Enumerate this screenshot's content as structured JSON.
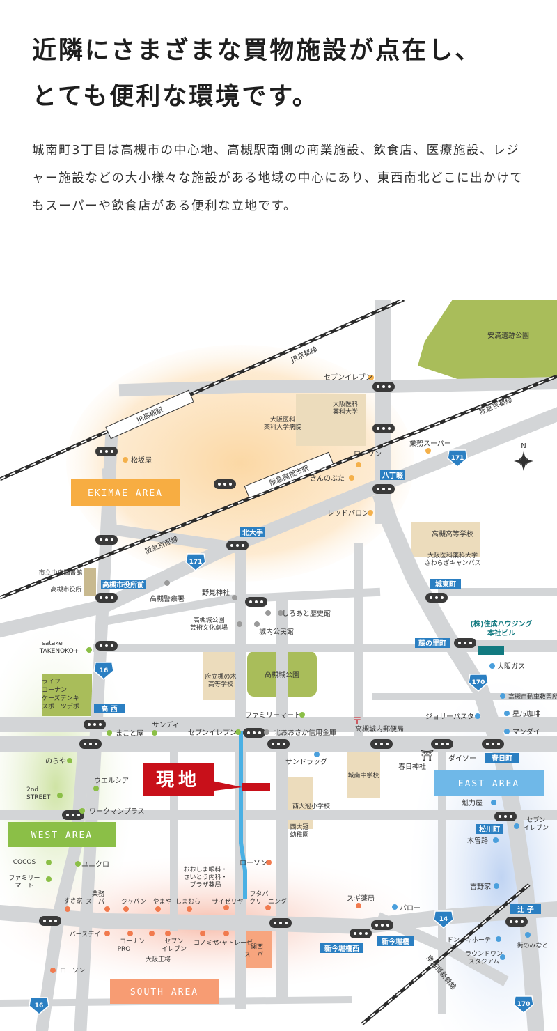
{
  "headline": {
    "line1": "近隣にさまざまな買物施設が点在し、",
    "line2": "とても便利な環境です。"
  },
  "lead": "城南町3丁目は高槻市の中心地、高槻駅南側の商業施設、飲食店、医療施設、レジャー施設などの大小様々な施設がある地域の中心にあり、東西南北どこに出かけてもスーパーや飲食店がある便利な立地です。",
  "map": {
    "colors": {
      "road": "#d3d5d7",
      "park": "#a9bd5a",
      "ekimae": "#fbd9a9",
      "west": "#cfe4a6",
      "east": "#c4d7f3",
      "south": "#f8c2b2",
      "here": "#c8101a",
      "water": "#4ab0e4",
      "signal": "#3a3a3a",
      "sign": "#2b7fc2"
    },
    "areas": {
      "ekimae": "EKIMAE AREA",
      "west": "WEST AREA",
      "east": "EAST AREA",
      "south": "SOUTH AREA"
    },
    "here_label": "現地",
    "compass": "N",
    "rail_labels": {
      "jr": "JR京都線",
      "hankyu_a": "阪急京都線",
      "hankyu_b": "阪急京都線"
    },
    "stations": {
      "jr": "JR高槻駅",
      "hankyu": "阪急高槻市駅"
    },
    "route_numbers": {
      "r171a": "171",
      "r171b": "171",
      "r16a": "16",
      "r16b": "16",
      "r170a": "170",
      "r170b": "170",
      "r14": "14"
    },
    "signs": {
      "hacchonawate": "八丁畷",
      "kitaote": "北大手",
      "shiyakusho": "高槻市役所前",
      "takanishi": "高 西",
      "jotocho": "城東町",
      "fujinosato": "藤の里町",
      "kasugacho": "春日町",
      "matsukawacho": "松川町",
      "tsujiko": "辻 子",
      "shinimabori_nishi": "新今堀橋西",
      "shinimabori": "新今堀橋"
    },
    "hq": {
      "line1": "(株)住成ハウジング",
      "line2": "本社ビル"
    },
    "labels": {
      "anman": "安満遺跡公園",
      "seven_top": "セブンイレブン",
      "omc_hospital_1": "大阪医科",
      "omc_hospital_2": "薬科大学病院",
      "omc_univ_1": "大阪医科",
      "omc_univ_2": "薬科大学",
      "gyomu_n": "業務スーパー",
      "matsuzakaya": "松坂屋",
      "lawson_n": "ローソン",
      "kinnobuta": "きんのぶた",
      "redbaron": "レッドバロン",
      "takatsuki_hs": "高槻高等学校",
      "omc_sawaragi_1": "大阪医科薬科大学",
      "omc_sawaragi_2": "さわらぎキャンパス",
      "library": "市立中央図書館",
      "cityhall": "高槻市役所",
      "police": "高槻警察署",
      "nomi": "野見神社",
      "shiroato": "しろあと歴史館",
      "culture_1": "高槻城公園",
      "culture_2": "芸術文化劇場",
      "jonai": "城内公民館",
      "satake_1": "satake",
      "satake_2": "TAKENOKO+",
      "life_1": "ライフ",
      "life_2": "コーナン",
      "life_3": "ケーズデンキ",
      "life_4": "スポーツデポ",
      "fuchu_1": "府立槻の木",
      "fuchu_2": "高等学校",
      "castle_park": "高槻城公園",
      "osakagas": "大阪ガス",
      "drivingschool": "高槻自動車教習所",
      "hoshino": "星乃珈琲",
      "mandai": "マンダイ",
      "jolly": "ジョリーパスタ",
      "familymart_c": "ファミリーマート",
      "post": "高槻城内郵便局",
      "sundy": "サンディ",
      "makotoya": "まこと屋",
      "seven_c": "セブンイレブン",
      "kitaosaka": "北おおさか信用金庫",
      "daiso": "ダイソー",
      "kasuga_shrine": "春日神社",
      "noraya": "のらや",
      "welcia": "ウエルシア",
      "second_1": "2nd",
      "second_2": "STREET",
      "workman": "ワークマンプラス",
      "sundrug": "サンドラッグ",
      "jonan_jhs": "城南中学校",
      "nishitaikan": "西大冠小学校",
      "nishitaikan_k_1": "西大冠",
      "nishitaikan_k_2": "幼稚園",
      "rikiya": "魁力屋",
      "seven_e_1": "セブン",
      "seven_e_2": "イレブン",
      "kisoji": "木曽路",
      "cocos": "COCOS",
      "uniqlo": "ユニクロ",
      "family_w_1": "ファミリー",
      "family_w_2": "マート",
      "lawson_s": "ローソン",
      "clinic_1": "おおしま眼科・",
      "clinic_2": "さいとう内科・",
      "clinic_3": "プラザ薬局",
      "yoshinoya": "吉野家",
      "sukiya": "すき家",
      "gyomu_s_1": "業務",
      "gyomu_s_2": "スーパー",
      "japan": "ジャパン",
      "yamaya": "やまや",
      "shimamura": "しまむら",
      "saizeriya": "サイゼリヤ",
      "futaba_1": "フタバ",
      "futaba_2": "クリーニング",
      "sugi": "スギ薬局",
      "barrow": "バロー",
      "birthday": "バースデイ",
      "konan_pro_1": "コーナン",
      "konan_pro_2": "PRO",
      "seven_s_1": "セブン",
      "seven_s_2": "イレブン",
      "komeda": "コノミヤ",
      "chateraise": "シャトレーゼ",
      "kansai_1": "関西",
      "kansai_2": "スーパー",
      "osakaosho": "大阪王将",
      "donki": "ドン・キホーテ",
      "round1_1": "ラウンドワン",
      "round1_2": "スタジアム",
      "minato": "街のみなと",
      "lawson_sw": "ローソン",
      "shinkansen": "東海道新幹線"
    }
  }
}
